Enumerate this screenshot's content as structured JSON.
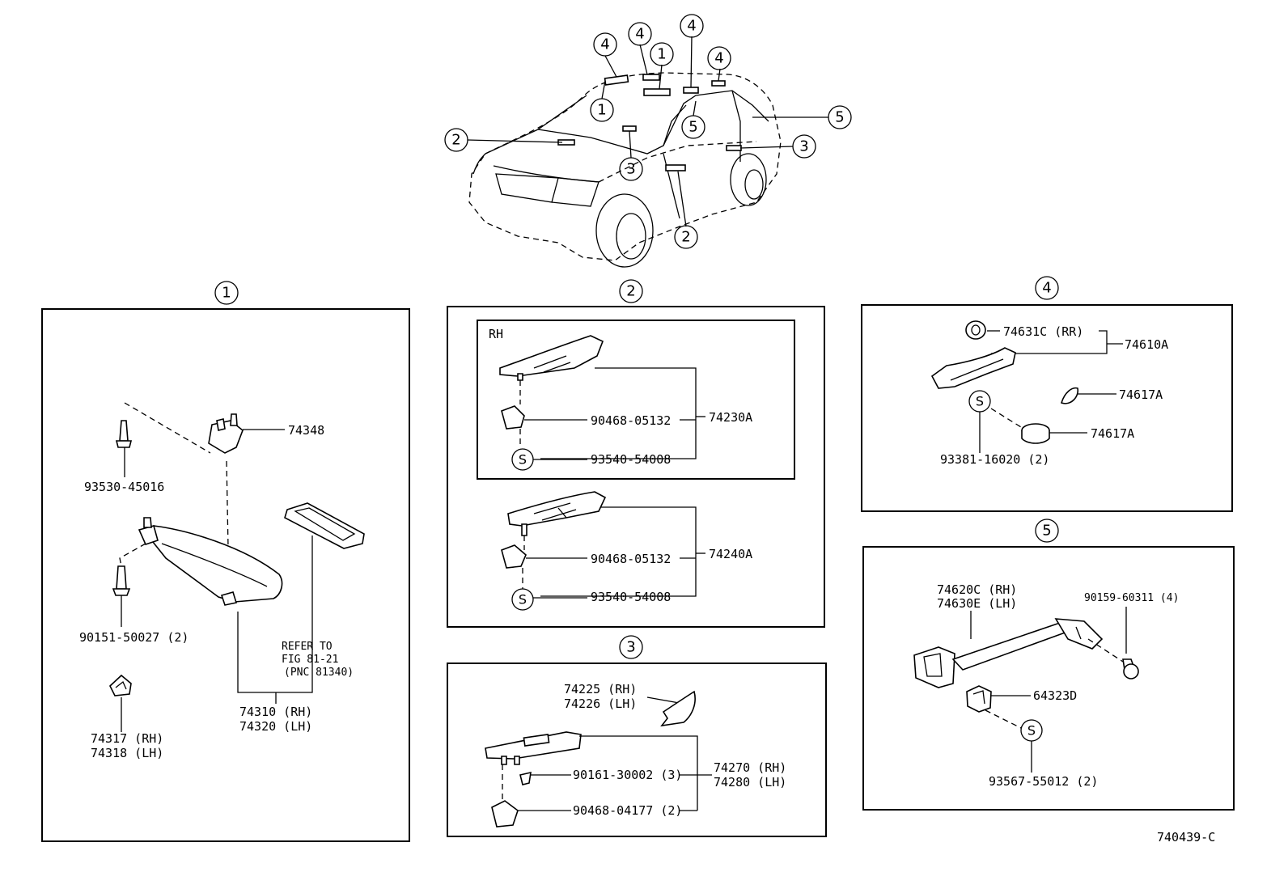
{
  "callouts": [
    "1",
    "2",
    "3",
    "4",
    "5"
  ],
  "s_mark": "S",
  "drawing_number": "740439-C",
  "section1": {
    "p74348": "74348",
    "p93530": "93530-45016",
    "p90151": "90151-50027 (2)",
    "refer_1": "REFER TO",
    "refer_2": "FIG 81-21",
    "refer_3": "(PNC 81340)",
    "p74310": "74310 (RH)",
    "p74320": "74320 (LH)",
    "p74317": "74317 (RH)",
    "p74318": "74318 (LH)"
  },
  "section2": {
    "rh_label": "RH",
    "a_90468": "90468-05132",
    "a_93540": "93540-54008",
    "a_assy": "74230A",
    "b_90468": "90468-05132",
    "b_93540": "93540-54008",
    "b_assy": "74240A"
  },
  "section3": {
    "p74225": "74225 (RH)",
    "p74226": "74226 (LH)",
    "p90161": "90161-30002 (3)",
    "p90468": "90468-04177 (2)",
    "p74270": "74270 (RH)",
    "p74280": "74280 (LH)"
  },
  "section4": {
    "p74631": "74631C (RR)",
    "p74610": "74610A",
    "p74617a": "74617A",
    "p74617b": "74617A",
    "p93381": "93381-16020 (2)"
  },
  "section5": {
    "p74620": "74620C (RH)",
    "p74630": "74630E (LH)",
    "p90159": "90159-60311 (4)",
    "p64323": "64323D",
    "p93567": "93567-55012 (2)"
  }
}
